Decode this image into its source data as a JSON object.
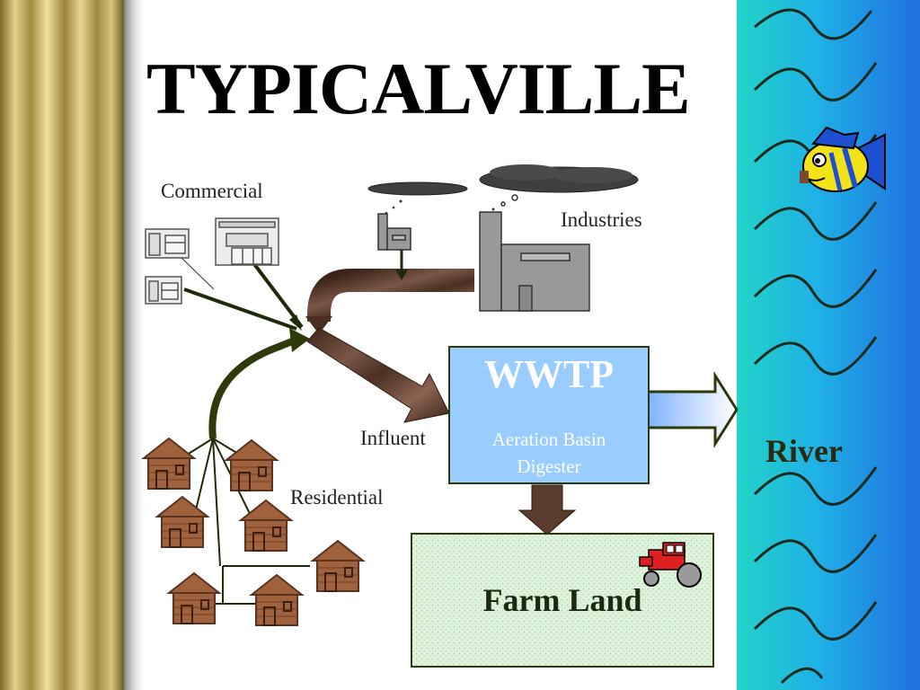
{
  "slide": {
    "title": "TYPICALVILLE"
  },
  "labels": {
    "commercial": "Commercial",
    "industries": "Industries",
    "influent": "Influent",
    "residential": "Residential",
    "river": "River",
    "farm_land": "Farm Land"
  },
  "wwtp": {
    "title": "WWTP",
    "lines": [
      "Aeration Basin",
      "Digester"
    ]
  },
  "icons": [
    "commercial-building-icon",
    "factory-icon",
    "smoke-cloud-icon",
    "house-icon",
    "tractor-icon",
    "fish-icon",
    "water-wave-icon",
    "flow-arrow-icon"
  ],
  "colors": {
    "wwtp_box": "#99ccff",
    "river_water": "#1fb6ea",
    "farm_land": "#d6f0d2",
    "flow_pipe": "#5a3b2c",
    "house": "#a0613d",
    "factory": "#999999",
    "curtain": "#c9b36b"
  }
}
